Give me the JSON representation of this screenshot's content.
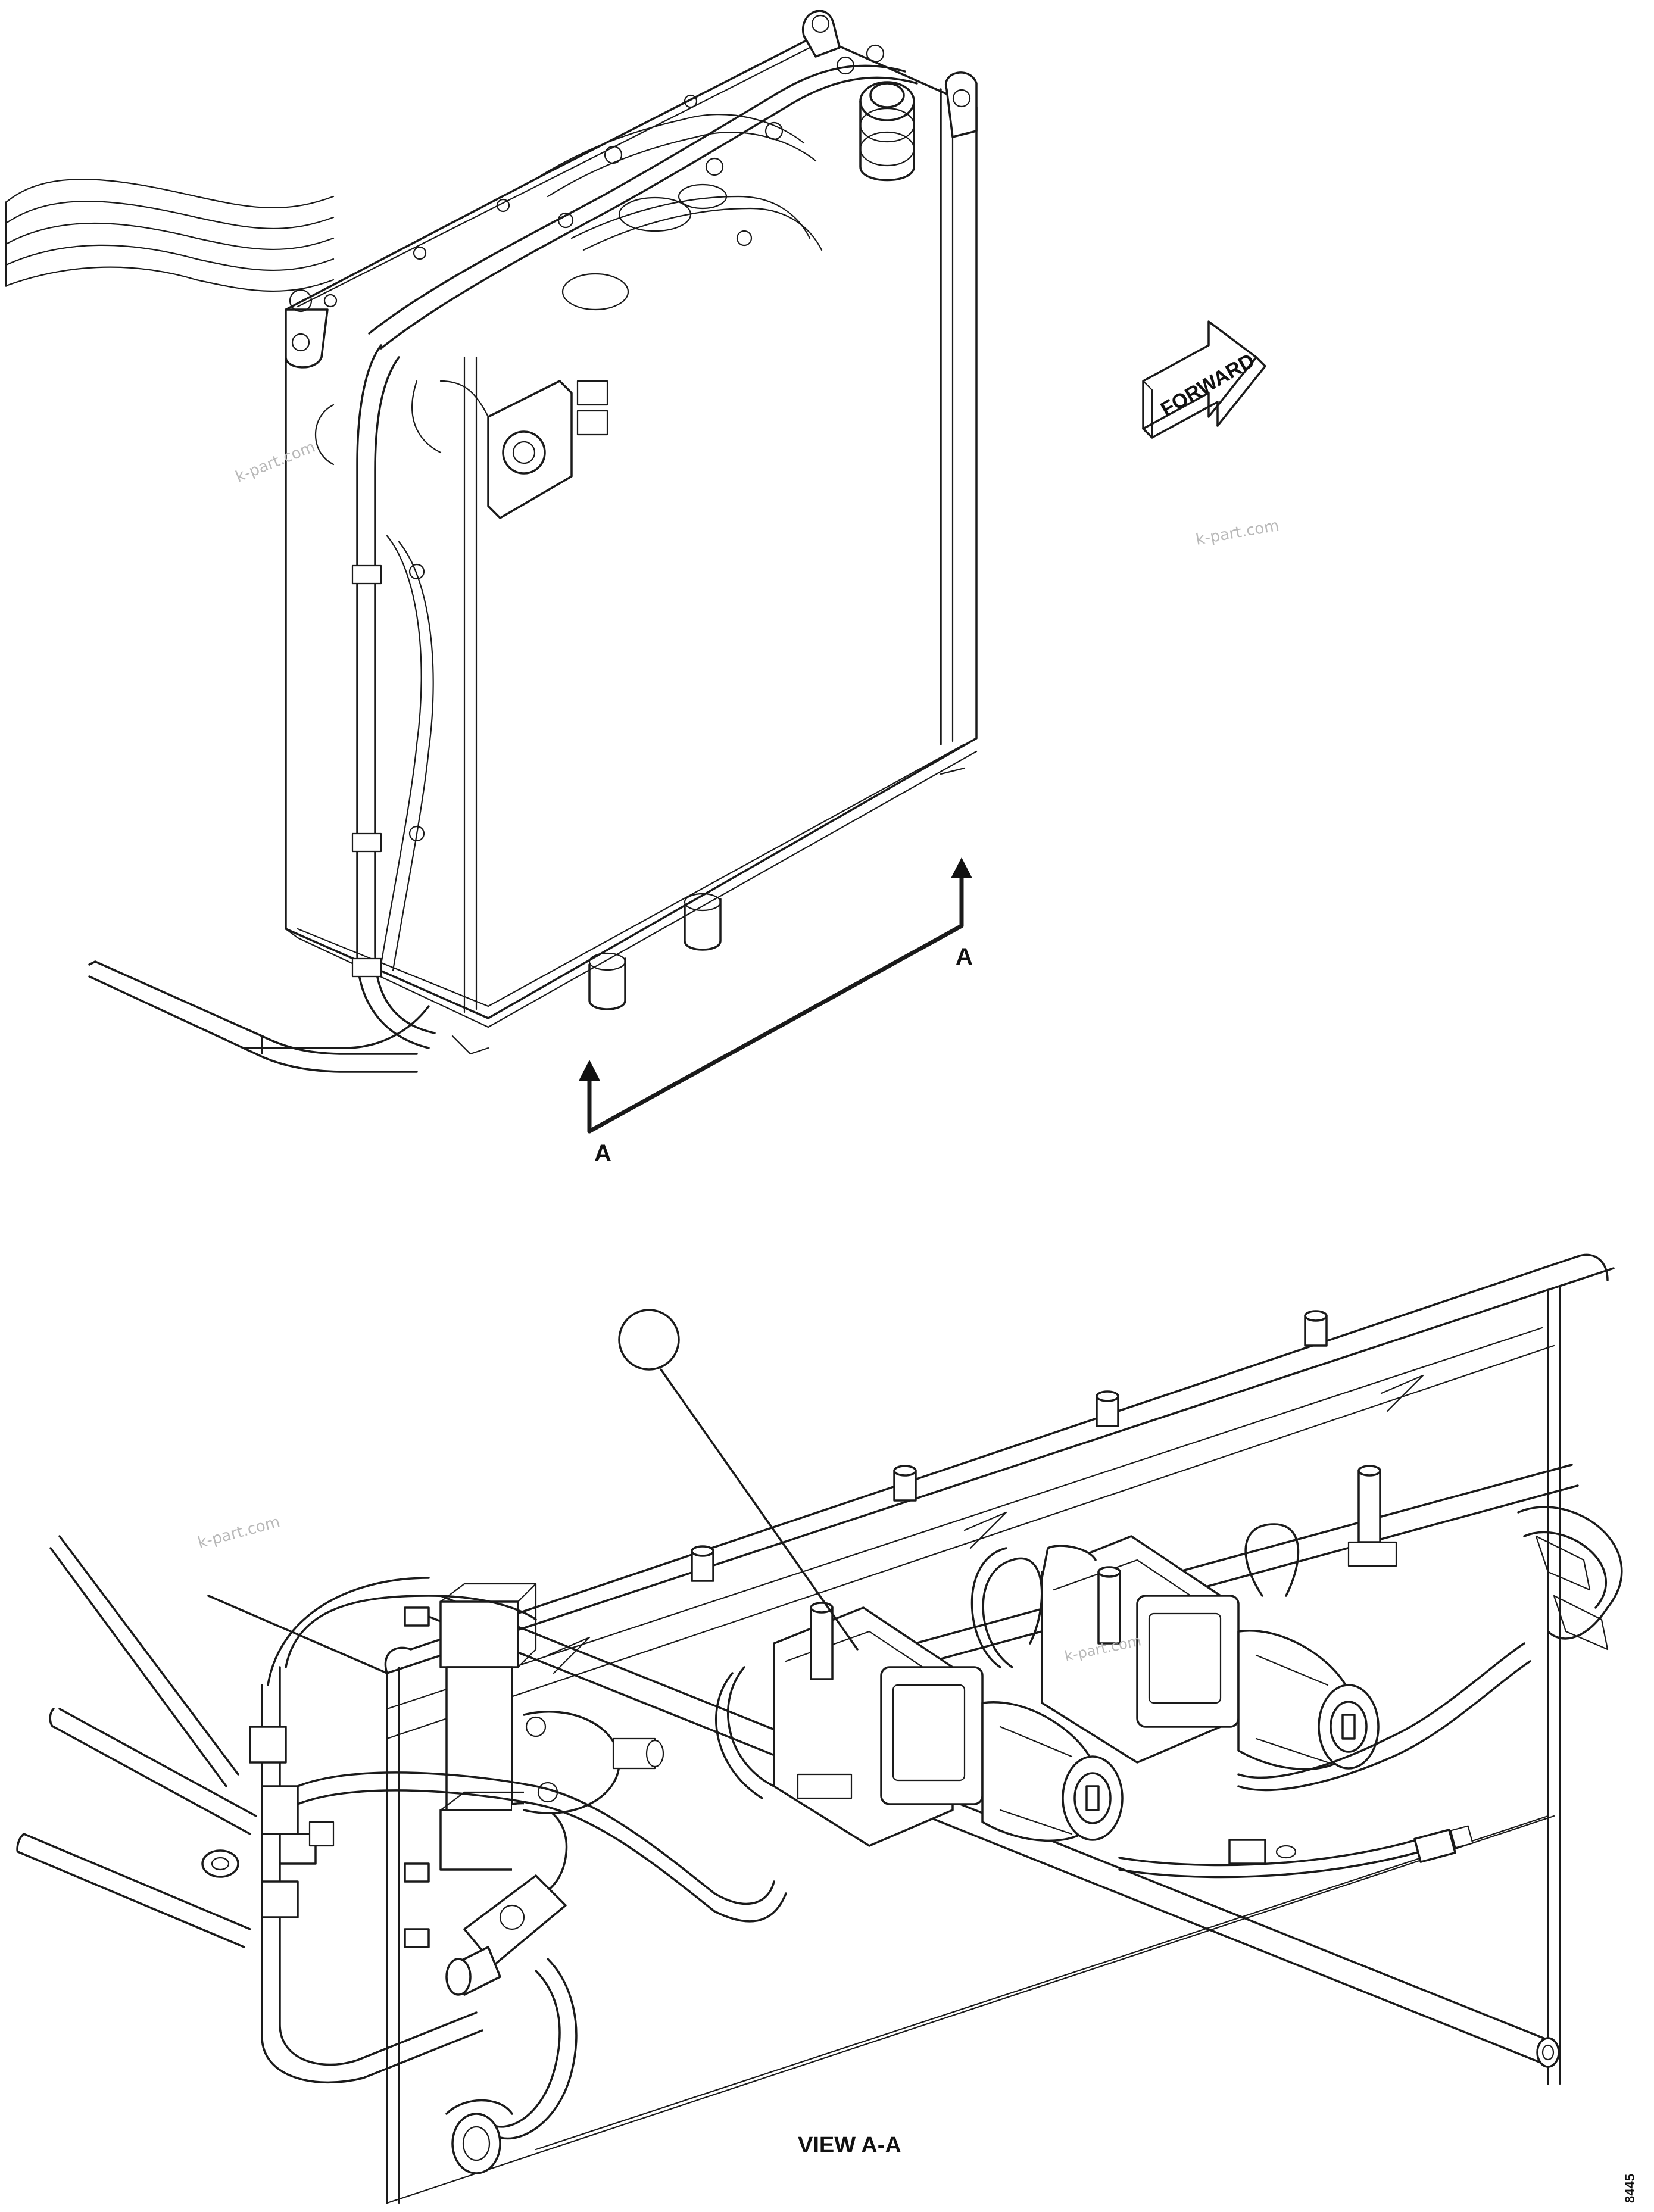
{
  "forward_arrow": {
    "label": "FORWARD"
  },
  "section_marks": {
    "left": "A",
    "right": "A"
  },
  "view_caption": "VIEW A-A",
  "sheet_code": "8445",
  "watermarks": [
    "k-part.com",
    "k-part.com",
    "k-part.com",
    "k-part.com"
  ]
}
